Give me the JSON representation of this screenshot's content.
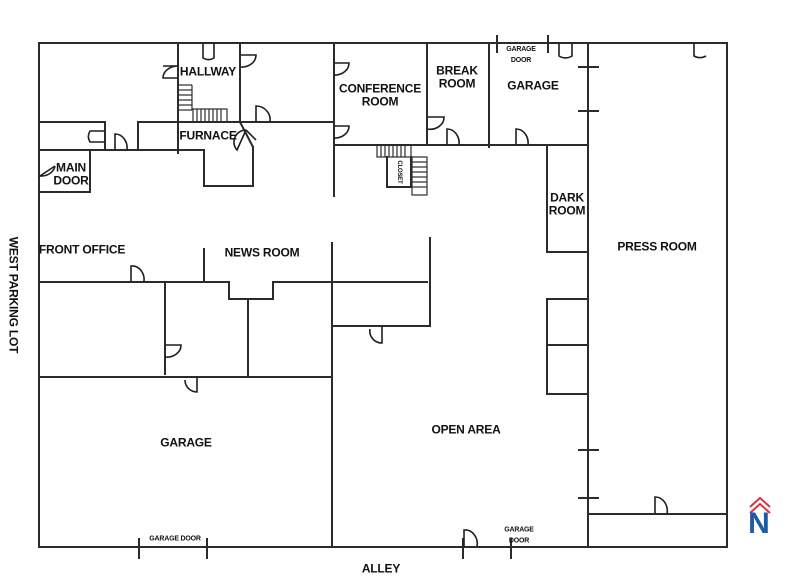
{
  "title": "Building Floor Plan",
  "labels": {
    "hallway": "HALLWAY",
    "furnace": "FURNACE",
    "main_door": "MAIN\nDOOR",
    "conference_room": "CONFERENCE\nROOM",
    "break_room": "BREAK\nROOM",
    "garage_north": "GARAGE",
    "garage_north_door": "GARAGE\nDOOR",
    "closet": "CLOSET",
    "dark_room": "DARK\nROOM",
    "press_room": "PRESS ROOM",
    "front_office": "FRONT OFFICE",
    "news_room": "NEWS ROOM",
    "open_area": "OPEN AREA",
    "garage_south": "GARAGE",
    "garage_south_door": "GARAGE DOOR",
    "garage_east_door": "GARAGE\nDOOR",
    "west_parking_lot": "WEST PARKING LOT",
    "alley": "ALLEY",
    "compass_letter": "N"
  },
  "colors": {
    "wall": "#2b2b2b",
    "compass_letter": "#1f5aa6",
    "compass_arrow": "#d8323c"
  },
  "rooms": [
    {
      "id": "hallway",
      "name": "Hallway"
    },
    {
      "id": "furnace",
      "name": "Furnace"
    },
    {
      "id": "main-door",
      "name": "Main Door"
    },
    {
      "id": "conference-room",
      "name": "Conference Room"
    },
    {
      "id": "break-room",
      "name": "Break Room"
    },
    {
      "id": "garage-north",
      "name": "Garage"
    },
    {
      "id": "closet",
      "name": "Closet"
    },
    {
      "id": "dark-room",
      "name": "Dark Room"
    },
    {
      "id": "press-room",
      "name": "Press Room"
    },
    {
      "id": "front-office",
      "name": "Front Office"
    },
    {
      "id": "news-room",
      "name": "News Room"
    },
    {
      "id": "open-area",
      "name": "Open Area"
    },
    {
      "id": "garage-south",
      "name": "Garage"
    }
  ]
}
